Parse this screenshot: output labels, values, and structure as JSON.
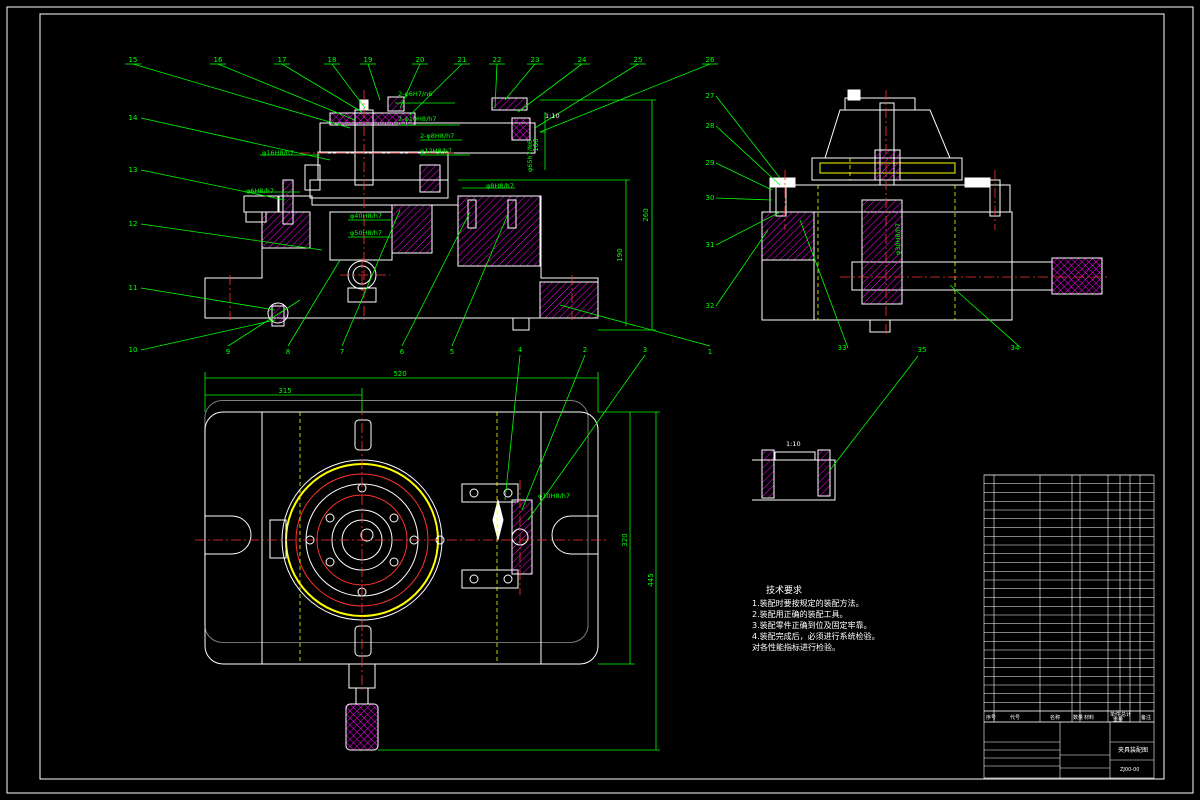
{
  "colors": {
    "background": "#000000",
    "frame": "#ffffff",
    "outline": "#ffffff",
    "leader": "#00ff00",
    "centerline": "#ff3333",
    "hatch": "#ff00ff",
    "hidden": "#ffff00",
    "dimension": "#00ff00"
  },
  "front_view": {
    "balloons_top": [
      "15",
      "16",
      "17",
      "18",
      "19",
      "20",
      "21",
      "22",
      "23",
      "24",
      "25",
      "26"
    ],
    "balloons_left": [
      "14",
      "13",
      "12",
      "11",
      "10"
    ],
    "balloons_bottom": [
      "9",
      "8",
      "7",
      "6",
      "5",
      "1"
    ],
    "fits": [
      "2-φ6H7/n6",
      "2-φ10H8/h7",
      "2-φ8H8/h7",
      "φ16H8/h7",
      "φ12H8/h7",
      "φ6H8/h7",
      "φ40H8/h7",
      "φ50H8/h7",
      "φ65h7/N6",
      "φ8H8/h7"
    ],
    "dimensions": [
      "260",
      "190",
      "100"
    ],
    "item_label": "1:10"
  },
  "side_view": {
    "balloons": [
      "27",
      "28",
      "29",
      "30",
      "31",
      "32",
      "33",
      "34"
    ],
    "fits": [
      "φ30H8/h7"
    ]
  },
  "plan_view": {
    "balloons": [
      "4",
      "2",
      "3"
    ],
    "fits": [
      "φ10H8/h7"
    ],
    "dimensions": [
      "520",
      "315",
      "320",
      "445"
    ]
  },
  "detail_view": {
    "balloon": "35",
    "label": "1:10"
  },
  "tech_requirements": {
    "title": "技术要求",
    "items": [
      "1.装配时要按规定的装配方法。",
      "2.装配用正确的装配工具。",
      "3.装配零件正确到位及固定牢靠。",
      "4.装配完成后，必须进行系统检验。",
      "对各性能指标进行检验。"
    ]
  },
  "title_block": {
    "bom_header": [
      "序号",
      "代号",
      "名称",
      "数量",
      "材料",
      "单件",
      "总计",
      "重量",
      "备注"
    ],
    "drawing_name": "夹具装配图",
    "drawing_number": "ZJ00-00"
  }
}
